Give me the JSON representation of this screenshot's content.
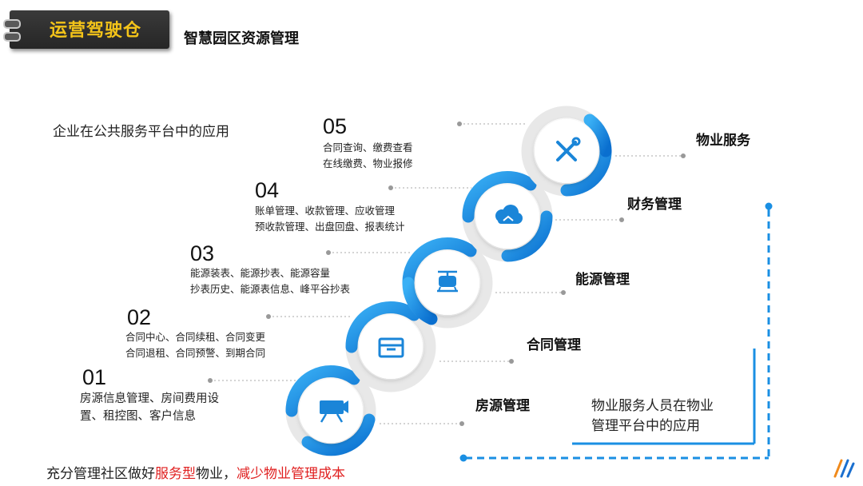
{
  "header": {
    "badge_title": "运营驾驶仓",
    "page_title": "智慧园区资源管理"
  },
  "left_subtitle": "企业在公共服务平台中的应用",
  "steps": [
    {
      "number": "01",
      "label": "房源管理",
      "line1": "房源信息管理、房间费用设",
      "line2": "置、租控图、客户信息",
      "icon": "projector-icon"
    },
    {
      "number": "02",
      "label": "合同管理",
      "line1": "合同中心、合同续租、合同变更",
      "line2": "合同退租、合同预警、到期合同",
      "icon": "archive-box-icon"
    },
    {
      "number": "03",
      "label": "能源管理",
      "line1": "能源装表、能源抄表、能源容量",
      "line2": "抄表历史、能源表信息、峰平谷抄表",
      "icon": "meter-drone-icon"
    },
    {
      "number": "04",
      "label": "财务管理",
      "line1": "账单管理、收款管理、应收管理",
      "line2": "预收款管理、出盘回盘、报表统计",
      "icon": "cloud-sync-icon"
    },
    {
      "number": "05",
      "label": "物业服务",
      "line1": "合同查询、缴费查看",
      "line2": "在线缴费、物业报修",
      "icon": "tools-icon"
    }
  ],
  "right_note": {
    "line1": "物业服务人员在物业",
    "line2": "管理平台中的应用"
  },
  "bottom_text": {
    "part1": "充分管理社区做好",
    "highlight1": "服务型",
    "part2": "物业，",
    "highlight2": "减少物业管理成本"
  },
  "colors": {
    "accent_blue": "#1a8fe3",
    "ring_grey": "#e8e8e8",
    "badge_text": "#f4c419",
    "highlight_red": "#e02020"
  }
}
